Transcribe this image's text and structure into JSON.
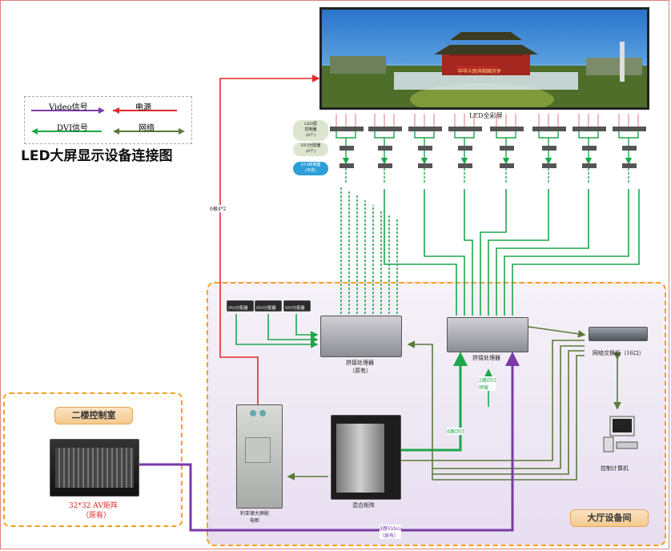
{
  "legend": {
    "video_label": "Video信号",
    "power_label": "电源",
    "dvi_label": "DVI信号",
    "network_label": "网络"
  },
  "diagram_title": "LED大屏显示设备连接图",
  "screen": {
    "label": "LED全彩屏",
    "banner_text": "中华人民共和国万岁"
  },
  "side_labels": {
    "controller": "LED屏\n控制器\n(8个)",
    "dvi_splitter": "DVI分配器\n(8个)",
    "dvi_repeater": "DVI转换器\n(可选)"
  },
  "cable_label": "6根4*2",
  "hall": {
    "tag": "大厅设备间",
    "dvi_splitter_labels": [
      "DVI分配器",
      "DVI分配器",
      "DVI分配器"
    ],
    "processor_left": "拼接处理器",
    "processor_left_note": "（原有）",
    "processor_right": "拼接处理器",
    "reserve_dvi": "2路DVI\n预留",
    "hybrid_dvi": "8路DVI",
    "switch": "网络交换机（16口）",
    "computer": "控制计算机",
    "matrix": "混合矩阵",
    "power_cabinet": "利亚德大屏配\n电柜",
    "video_bottom": "4路Video\n（原有）"
  },
  "room2": {
    "tag": "二楼控制室",
    "matrix": "32*32 AV矩阵",
    "matrix_note": "（原有）"
  },
  "colors": {
    "video": "#7a3aa8",
    "power": "#e02a2a",
    "dvi": "#1ea64a",
    "network": "#5a7a3a",
    "dashed_border": "#f3a21b"
  }
}
